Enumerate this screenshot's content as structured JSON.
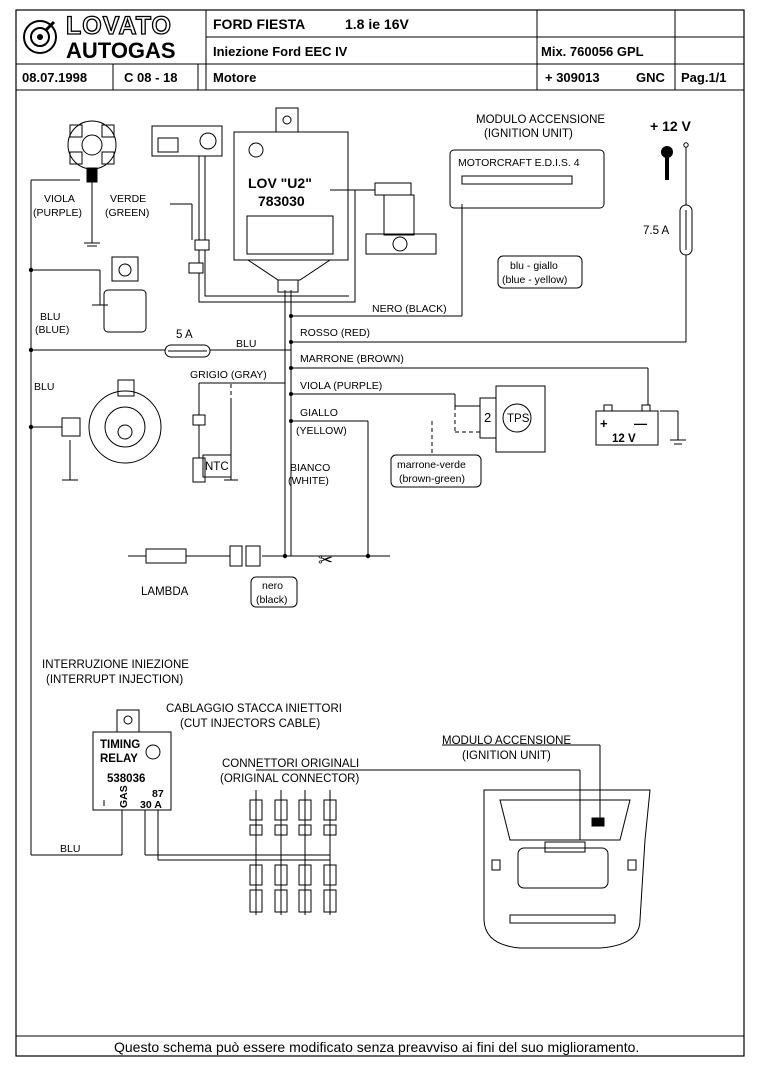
{
  "header": {
    "logo_top": "LOVATO",
    "logo_bottom": "AUTOGAS",
    "model": "FORD FIESTA",
    "engine": "1.8 ie   16V",
    "injection": "Iniezione Ford  EEC  IV",
    "mix": "Mix. 760056  GPL",
    "date": "08.07.1998",
    "code": "C 08 - 18",
    "section": "Motore",
    "part": "+ 309013",
    "gnc": "GNC",
    "page": "Pag.1/1"
  },
  "components": {
    "ecu_name": "LOV \"U2\"",
    "ecu_code": "783030",
    "ignition_title": "MODULO ACCENSIONE",
    "ignition_title_en": "(IGNITION UNIT)",
    "edis": "MOTORCRAFT E.D.I.S. 4",
    "plus12": "+ 12 V",
    "fuse75": "7.5 A",
    "fuse5": "5 A",
    "battery_plus": "+",
    "battery_minus": "—",
    "battery_label": "12 V",
    "tps": "TPS",
    "tps_pin": "2",
    "ntc": "NTC",
    "lambda": "LAMBDA",
    "interrupt": "INTERRUZIONE INIEZIONE",
    "interrupt_en": "(INTERRUPT INJECTION)",
    "cut_cable": "CABLAGGIO STACCA INIETTORI",
    "cut_cable_en": "(CUT INJECTORS CABLE)",
    "relay_title": "TIMING",
    "relay_title2": "RELAY",
    "relay_code": "538036",
    "relay_gas": "GAS",
    "relay_87": "87",
    "relay_30a": "30  A",
    "orig_conn": "CONNETTORI ORIGINALI",
    "orig_conn_en": "(ORIGINAL CONNECTOR)",
    "ign2_title": "MODULO ACCENSIONE",
    "ign2_title_en": "(IGNITION UNIT)"
  },
  "wires": {
    "viola": "VIOLA",
    "viola_en": "(PURPLE)",
    "verde": "VERDE",
    "verde_en": "(GREEN)",
    "blu_left": "BLU",
    "blu_left_en": "(BLUE)",
    "blu_mid": "BLU",
    "blu_low": "BLU",
    "blu_bottom": "BLU",
    "nero": "NERO (BLACK)",
    "rosso": "ROSSO (RED)",
    "marrone": "MARRONE (BROWN)",
    "grigio": "GRIGIO (GRAY)",
    "viola2": "VIOLA (PURPLE)",
    "giallo": "GIALLO",
    "giallo_en": "(YELLOW)",
    "bianco": "BIANCO",
    "bianco_en": "(WHITE)",
    "blu_giallo": "blu - giallo",
    "blu_giallo_en": "(blue - yellow)",
    "marrone_verde": "marrone-verde",
    "marrone_verde_en": "(brown-green)",
    "nero2": "nero",
    "nero2_en": "(black)"
  },
  "footer": {
    "note": "Questo schema può essere modificato senza preavviso ai fini del suo miglioramento."
  }
}
